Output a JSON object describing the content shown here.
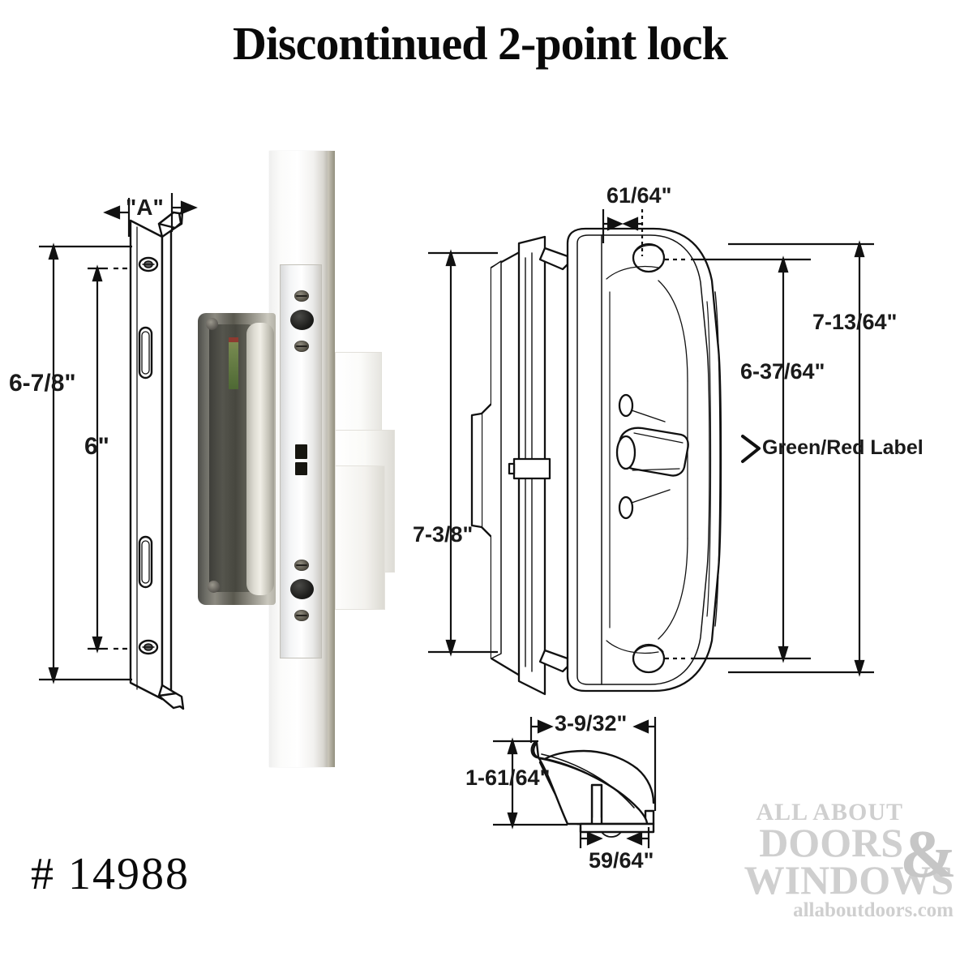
{
  "title": "Discontinued 2-point lock",
  "part_number": "# 14988",
  "logo": {
    "line1": "ALL ABOUT",
    "line2": "DOORS",
    "line3": "WINDOWS",
    "ampersand": "&",
    "website": "allaboutdoors.com",
    "color": "#cfcfcf"
  },
  "keeper_diagram": {
    "name": "keeper-strike-plate",
    "dimensions": {
      "overall_height": "6-7/8\"",
      "hole_spacing": "6\"",
      "width_label": "\"A\""
    }
  },
  "photo": {
    "name": "installed-mortise-lock-photo",
    "caption": ""
  },
  "handle_diagram": {
    "name": "handle-assembly",
    "dimensions": {
      "escutcheon_width": "61/64\"",
      "overall_height": "7-13/64\"",
      "screw_spacing": "6-37/64\"",
      "backplate_height": "7-3/8\""
    },
    "annotation": {
      "label": "Green/Red Label",
      "pointer": ">"
    }
  },
  "handle_profile": {
    "name": "handle-lever-profile",
    "dimensions": {
      "length": "3-9/32\"",
      "height": "1-61/64\"",
      "base_width": "59/64\""
    }
  },
  "colors": {
    "line": "#111111",
    "text": "#1a1a1a",
    "background": "#ffffff",
    "watermark": "#cfcfcf"
  }
}
